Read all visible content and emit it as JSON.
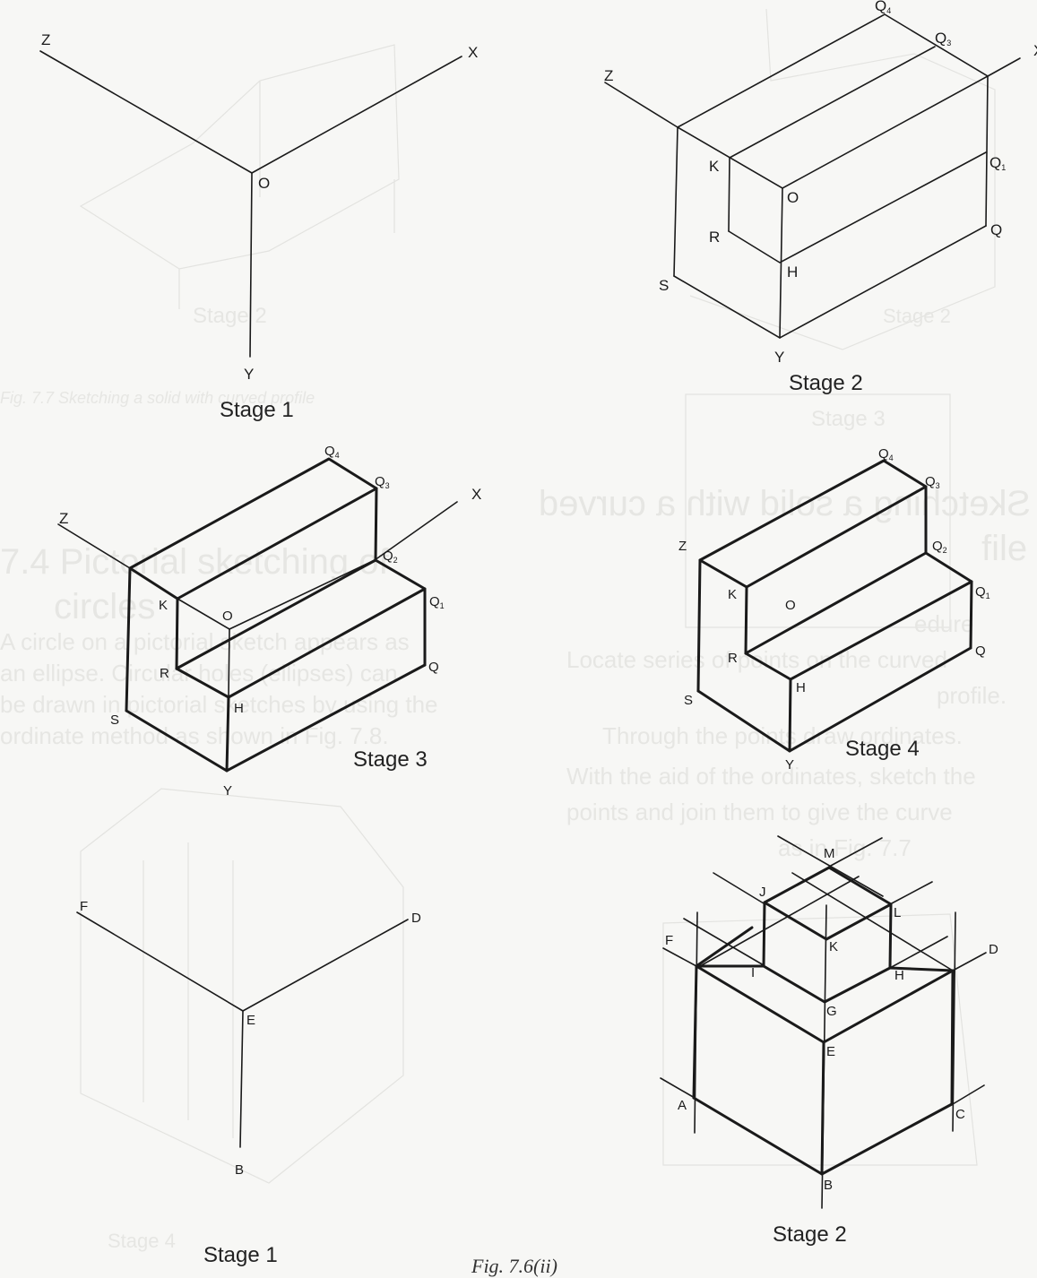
{
  "figure": {
    "caption": "Fig. 7.6(ii)",
    "colors": {
      "background": "#f7f7f5",
      "ink": "#1a1a1a",
      "show_through": "#e3e3e0"
    }
  },
  "panels": [
    {
      "id": "top-stage-1",
      "caption": "Stage 1",
      "labels": {
        "Z": "Z",
        "X": "X",
        "O": "O",
        "Y": "Y"
      }
    },
    {
      "id": "top-stage-2",
      "caption": "Stage 2",
      "labels": {
        "Z": "Z",
        "X": "X",
        "K": "K",
        "O": "O",
        "R": "R",
        "H": "H",
        "S": "S",
        "Y": "Y",
        "Q": "Q",
        "Q1": "Q",
        "Q3": "Q",
        "Q4": "Q",
        "sub1": "1",
        "sub3": "3",
        "sub4": "4"
      }
    },
    {
      "id": "top-stage-3",
      "caption": "Stage 3",
      "labels": {
        "Z": "Z",
        "X": "X",
        "K": "K",
        "O": "O",
        "R": "R",
        "H": "H",
        "S": "S",
        "Y": "Y",
        "Q": "Q",
        "Q1": "Q",
        "Q2": "Q",
        "Q3": "Q",
        "Q4": "Q",
        "sub1": "1",
        "sub2": "2",
        "sub3": "3",
        "sub4": "4"
      }
    },
    {
      "id": "top-stage-4",
      "caption": "Stage 4",
      "labels": {
        "Z": "Z",
        "K": "K",
        "O": "O",
        "R": "R",
        "H": "H",
        "S": "S",
        "Y": "Y",
        "Q": "Q",
        "Q1": "Q",
        "Q2": "Q",
        "Q3": "Q",
        "Q4": "Q",
        "sub1": "1",
        "sub2": "2",
        "sub3": "3",
        "sub4": "4"
      }
    },
    {
      "id": "bottom-stage-1",
      "caption": "Stage 1",
      "labels": {
        "F": "F",
        "D": "D",
        "E": "E",
        "B": "B"
      }
    },
    {
      "id": "bottom-stage-2",
      "caption": "Stage 2",
      "labels": {
        "M": "M",
        "J": "J",
        "L": "L",
        "K": "K",
        "F": "F",
        "I": "I",
        "H": "H",
        "D": "D",
        "G": "G",
        "E": "E",
        "A": "A",
        "C": "C",
        "B": "B"
      }
    }
  ],
  "show_through_text": [
    "Stage 2",
    "Stage 3",
    "Stage 4",
    "Stage 1",
    "Sketching a solid with a curved profile",
    "Procedure",
    "Locate series of points on the curved profile.",
    "Through the points draw ordinates.",
    "With the aid of the ordinates, sketch the points and join them to give the curve as in Fig. 7.7",
    "7.4 Pictorial sketching of circles",
    "A circle on a pictorial sketch appears as an ellipse. Circular holes (ellipses) can be drawn in pictorial sketches by using the ordinate method as shown in Fig. 7.8.",
    "Fig. 7.7 Sketching a solid with curved profile"
  ]
}
